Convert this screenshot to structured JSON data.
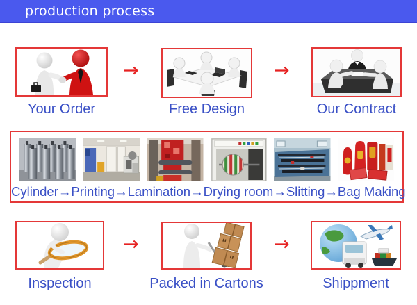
{
  "header": {
    "title": "production process",
    "bg_color": "#4a59ee",
    "text_color": "#ffffff"
  },
  "colors": {
    "frame_border_red": "#e43838",
    "arrow_red": "#e62222",
    "label_blue": "#3a50c6"
  },
  "arrow_glyph": "→",
  "top_flow": {
    "items": [
      {
        "label": "Your Order",
        "image": "handshake-figures-image"
      },
      {
        "label": "Free Design",
        "image": "design-team-meeting-image"
      },
      {
        "label": "Our Contract",
        "image": "contract-signing-image"
      }
    ]
  },
  "process_strip": {
    "steps": [
      "Cylinder",
      "Printing",
      "Lamination",
      "Drying room",
      "Slitting",
      "Bag Making"
    ],
    "caption": "Cylinder→Printing→Lamination→Drying room→Slitting→Bag Making",
    "photos": [
      "gravure-cylinders-photo",
      "printing-machine-photo",
      "lamination-machine-photo",
      "drying-room-photo",
      "slitting-machine-photo",
      "finished-bags-photo"
    ]
  },
  "bottom_flow": {
    "items": [
      {
        "label": "Inspection",
        "image": "inspection-magnifier-image"
      },
      {
        "label": "Packed in Cartons",
        "image": "cartons-handtruck-image"
      },
      {
        "label": "Shippment",
        "image": "global-shipping-image"
      }
    ]
  }
}
